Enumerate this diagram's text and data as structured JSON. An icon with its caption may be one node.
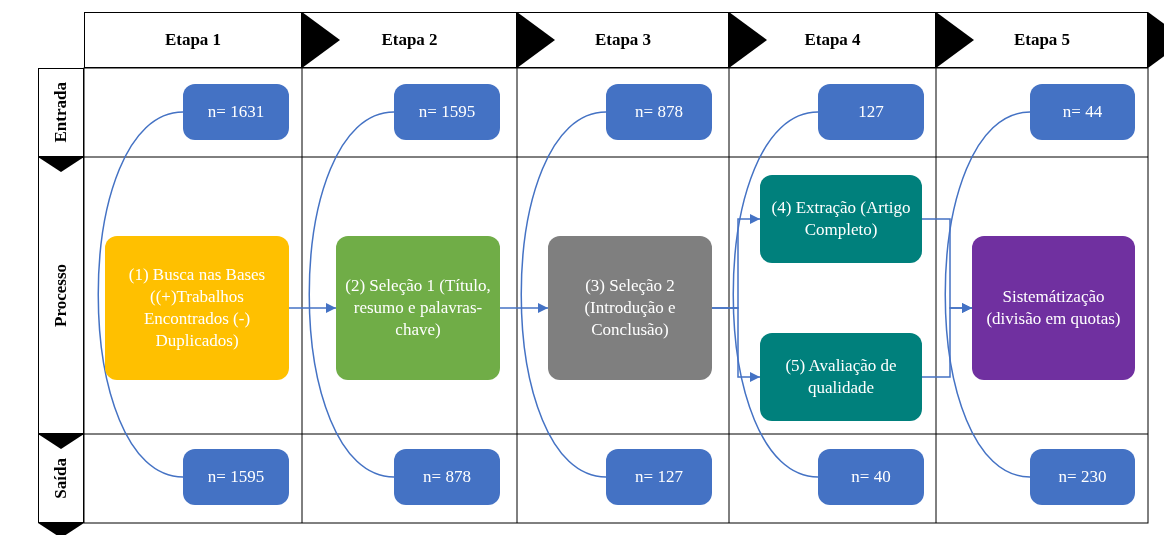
{
  "diagram": {
    "nodes": [
      {
        "text": [
          "Etapa 1"
        ]
      },
      {
        "text": [
          "Etapa 2"
        ]
      },
      {
        "text": [
          "Etapa 3"
        ]
      },
      {
        "text": [
          "Etapa 4"
        ]
      },
      {
        "text": [
          "Etapa 5"
        ]
      },
      {
        "text": [
          "Entrada"
        ]
      },
      {
        "text": [
          "n= 1631"
        ]
      },
      {
        "text": [
          "n= 1595"
        ]
      },
      {
        "text": [
          "n= 878"
        ]
      },
      {
        "text": [
          "127"
        ]
      },
      {
        "text": [
          "n= 44"
        ]
      },
      {
        "text": [
          "Processo"
        ]
      },
      {
        "text": [
          "(1) Busca nas Bases ((+)Trabalhos Encontrados (-) Duplicados)"
        ]
      },
      {
        "text": [
          "(2) Seleção 1 (Título, resumo e palavras-chave)"
        ]
      },
      {
        "text": [
          "(3) Seleção 2 (Introdução e Conclusão)"
        ]
      },
      {
        "text": [
          "(4) Extração (Artigo Completo)"
        ]
      },
      {
        "text": [
          "(5) Avaliação de qualidade"
        ]
      },
      {
        "text": [
          "Sistemátização (divisão em quotas)"
        ]
      },
      {
        "text": [
          "Saída"
        ]
      },
      {
        "text": [
          "n= 1595"
        ]
      },
      {
        "text": [
          "n= 878"
        ]
      },
      {
        "text": [
          "n= 127"
        ]
      },
      {
        "text": [
          "n= 40"
        ]
      },
      {
        "text": [
          "n= 230"
        ]
      }
    ],
    "edges": [
      {
        "from": 0,
        "to": 1,
        "arrow": "to"
      },
      {
        "from": 1,
        "to": 2,
        "arrow": "to"
      },
      {
        "from": 2,
        "to": 3,
        "arrow": "to"
      },
      {
        "from": 3,
        "to": 4,
        "arrow": "to"
      },
      {
        "from": 4,
        "to": null,
        "arrow": "to"
      },
      {
        "from": 5,
        "to": 11,
        "arrow": "to"
      },
      {
        "from": 11,
        "to": 18,
        "arrow": "to"
      },
      {
        "from": 18,
        "to": null,
        "arrow": "to"
      },
      {
        "from": 6,
        "to": 19,
        "arrow": "none"
      },
      {
        "from": 7,
        "to": 20,
        "arrow": "none"
      },
      {
        "from": 8,
        "to": 21,
        "arrow": "none"
      },
      {
        "from": 9,
        "to": 22,
        "arrow": "none"
      },
      {
        "from": 10,
        "to": 23,
        "arrow": "none"
      },
      {
        "from": 12,
        "to": 13,
        "arrow": "to"
      },
      {
        "from": 13,
        "to": 14,
        "arrow": "to"
      },
      {
        "from": 14,
        "to": 15,
        "arrow": "to"
      },
      {
        "from": 14,
        "to": 16,
        "arrow": "to"
      },
      {
        "from": 15,
        "to": 17,
        "arrow": "to"
      },
      {
        "from": 16,
        "to": 17,
        "arrow": "to"
      }
    ]
  }
}
